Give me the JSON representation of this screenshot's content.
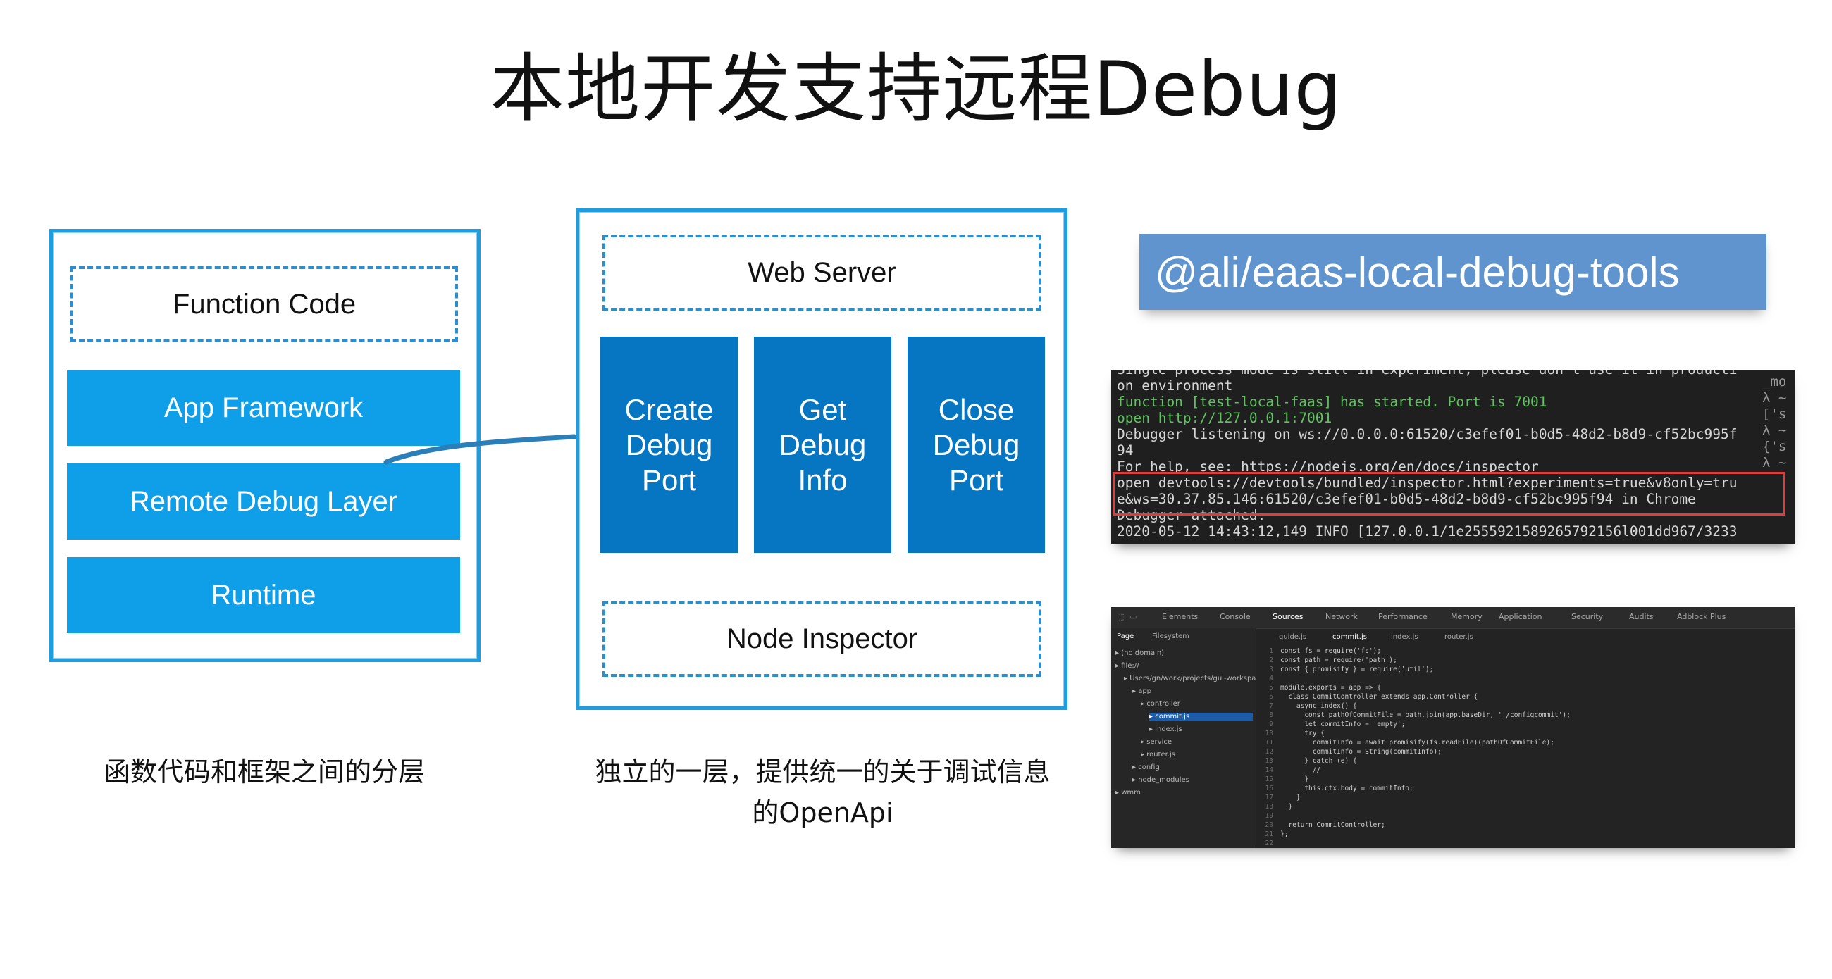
{
  "slide": {
    "title": "本地开发支持远程Debug"
  },
  "left_stack": {
    "function_code": "Function Code",
    "app_framework": "App Framework",
    "remote_debug_layer": "Remote Debug Layer",
    "runtime": "Runtime",
    "caption": "函数代码和框架之间的分层"
  },
  "middle_stack": {
    "web_server": "Web Server",
    "apis": [
      {
        "line1": "Create",
        "line2": "Debug",
        "line3": "Port"
      },
      {
        "line1": "Get",
        "line2": "Debug",
        "line3": "Info"
      },
      {
        "line1": "Close",
        "line2": "Debug",
        "line3": "Port"
      }
    ],
    "node_inspector": "Node Inspector",
    "caption_line1": "独立的一层，提供统一的关于调试信息",
    "caption_line2": "的OpenApi"
  },
  "package_label": "@ali/eaas-local-debug-tools",
  "terminal": {
    "lines": [
      "Single process mode is still in experiment, please don't use it in producti",
      "on environment",
      "function [test-local-faas] has started. Port is 7001",
      "open http://127.0.0.1:7001",
      "Debugger listening on ws://0.0.0.0:61520/c3efef01-b0d5-48d2-b8d9-cf52bc995f",
      "94",
      "For help, see: https://nodejs.org/en/docs/inspector",
      "open devtools://devtools/bundled/inspector.html?experiments=true&v8only=tru",
      "e&ws=30.37.85.146:61520/c3efef01-b0d5-48d2-b8d9-cf52bc995f94 in Chrome",
      "Debugger attached.",
      "2020-05-12 14:43:12,149 INFO [127.0.0.1/1e2555921589265792156l001dd967/3233"
    ],
    "side": [
      "_mo",
      "λ ~",
      "['s",
      "λ ~",
      "{'s",
      "λ ~"
    ]
  },
  "devtools": {
    "tabs": [
      "Elements",
      "Console",
      "Sources",
      "Network",
      "Performance",
      "Memory",
      "Application",
      "Security",
      "Audits",
      "Adblock Plus"
    ],
    "active_tab": "Sources",
    "subtabs": [
      "Page",
      "Filesystem"
    ],
    "file_tabs": [
      "guide.js",
      "commit.js",
      "index.js",
      "router.js"
    ],
    "tree": [
      "(no domain)",
      "file://",
      "Users/gn/work/projects/gui-workspa",
      "app",
      "controller",
      "commit.js",
      "index.js",
      "service",
      "router.js",
      "config",
      "node_modules",
      "wmm"
    ],
    "code": [
      "const fs = require('fs');",
      "const path = require('path');",
      "const { promisify } = require('util');",
      "",
      "module.exports = app => {",
      "  class CommitController extends app.Controller {",
      "    async index() {",
      "      const pathOfCommitFile = path.join(app.baseDir, './configcommit');",
      "      let commitInfo = 'empty';",
      "      try {",
      "        commitInfo = await promisify(fs.readFile)(pathOfCommitFile);",
      "        commitInfo = String(commitInfo);",
      "      } catch (e) {",
      "        //",
      "      }",
      "      this.ctx.body = commitInfo;",
      "    }",
      "  }",
      "",
      "  return CommitController;",
      "};",
      ""
    ]
  }
}
